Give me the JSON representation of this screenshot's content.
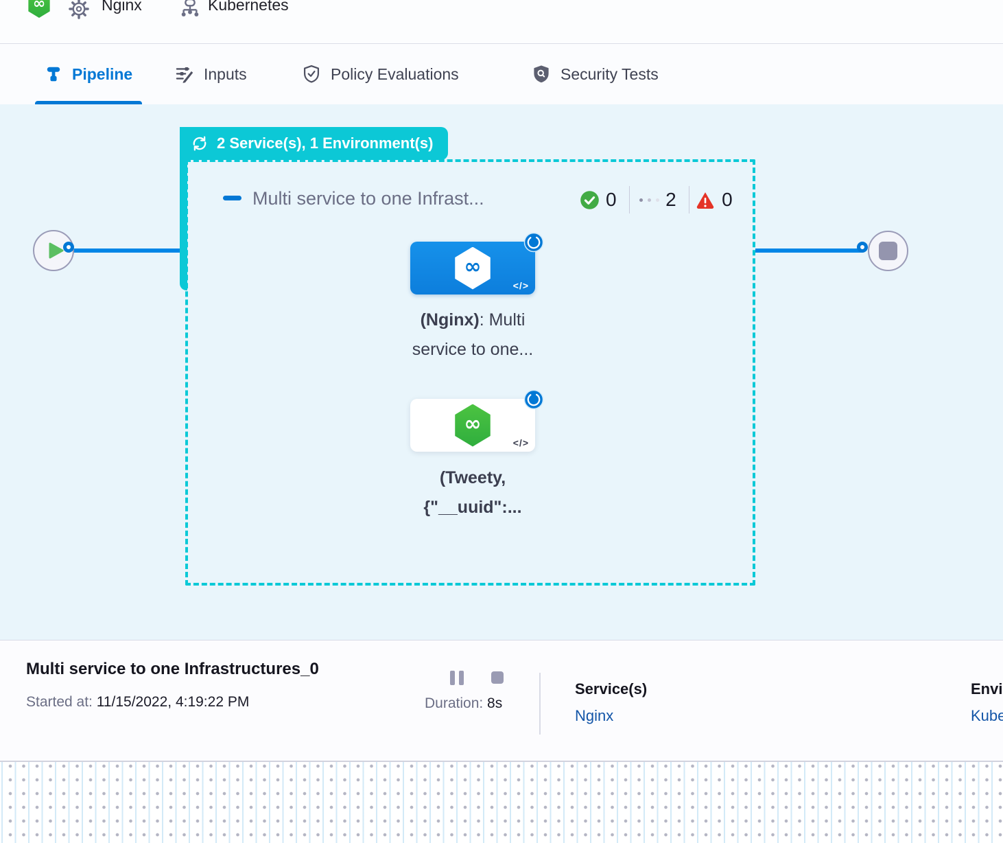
{
  "header": {
    "service_crumb": "Nginx",
    "environment_crumb": "Kubernetes"
  },
  "tabs": {
    "pipeline": "Pipeline",
    "inputs": "Inputs",
    "policy_evaluations": "Policy Evaluations",
    "security_tests": "Security Tests"
  },
  "canvas": {
    "loop_badge_label": "2 Service(s), 1 Environment(s)",
    "stage_group": {
      "title": "Multi service to one Infrast...",
      "success_count": "0",
      "running_count": "2",
      "failed_count": "0"
    },
    "nodes": [
      {
        "label_bold": "(Nginx)",
        "label_rest": ": Multi",
        "label_line2": "service to one..."
      },
      {
        "label_bold": "(Tweety,",
        "label_rest": "",
        "label_line2": "{\"__uuid\":..."
      }
    ],
    "code_icon_glyph": "</>",
    "infinity_glyph": "∞"
  },
  "footer": {
    "title": "Multi service to one Infrastructures_0",
    "started_label": "Started at:",
    "started_value": " 11/15/2022, 4:19:22 PM",
    "duration_label": "Duration:",
    "duration_value": " 8s",
    "services_label": "Service(s)",
    "services_value": "Nginx",
    "environments_label": "Environment(s)",
    "environments_value": "Kubernetes"
  },
  "colors": {
    "accent_teal": "#0cc8d6",
    "primary_blue": "#0278d5",
    "success_green": "#42ab45",
    "failed_red": "#e43326",
    "canvas_bg": "#e9f5fb"
  }
}
